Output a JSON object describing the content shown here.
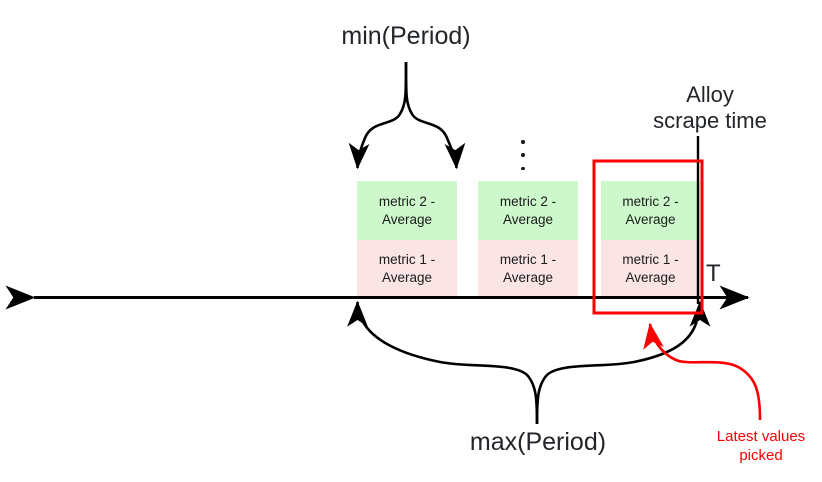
{
  "diagram": {
    "title_min_period": "min(Period)",
    "title_max_period": "max(Period)",
    "alloy_scrape_time": "Alloy\nscrape time",
    "axis_label": "T",
    "latest_values": "Latest values\npicked",
    "ellipsis": "vertical-ellipsis",
    "colors": {
      "metric2_fill": "#ccf8cb",
      "metric1_fill": "#fae4e4",
      "highlight_border": "#fa0000",
      "text": "#22262a",
      "axis": "#000000"
    },
    "periods": [
      {
        "id": "period-1",
        "metric2": "metric 2 -\nAverage",
        "metric1": "metric 1 -\nAverage"
      },
      {
        "id": "period-2",
        "metric2": "metric 2 -\nAverage",
        "metric1": "metric 1 -\nAverage"
      },
      {
        "id": "period-3",
        "metric2": "metric 2 -\nAverage",
        "metric1": "metric 1 -\nAverage"
      }
    ]
  }
}
